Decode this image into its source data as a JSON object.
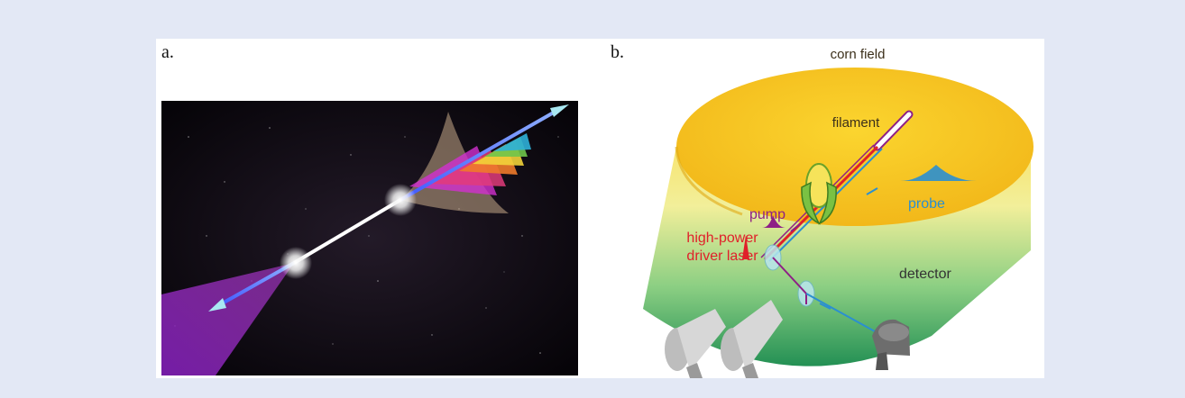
{
  "panels": {
    "a": {
      "label": "a."
    },
    "b": {
      "label": "b.",
      "corn_field": "corn field",
      "filament": "filament",
      "probe": "probe",
      "pump": "pump",
      "driver_laser_line1": "high-power",
      "driver_laser_line2": "driver laser",
      "detector": "detector"
    }
  },
  "colors": {
    "page_background": "#e3e8f5",
    "driver_laser": "#e0202a",
    "probe": "#2b8fd0",
    "pump": "#8e1f86",
    "field_yellow": "#f7c51b",
    "field_green": "#2f9a58",
    "supercontinuum_magenta": "#d22fd0",
    "filament_white": "#ffffff"
  }
}
